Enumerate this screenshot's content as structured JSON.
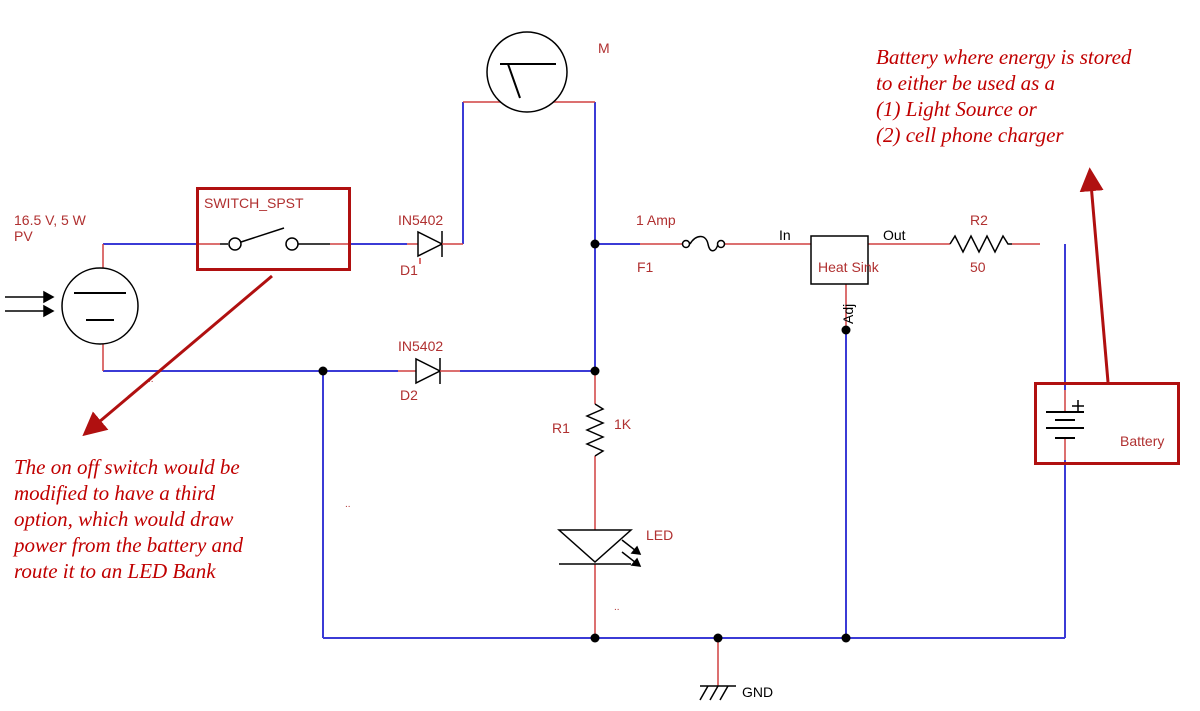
{
  "components": {
    "pv": {
      "rating": "16.5 V, 5 W",
      "name": "PV"
    },
    "switch": {
      "name": "SWITCH_SPST"
    },
    "d1": {
      "part": "IN5402",
      "ref": "D1"
    },
    "d2": {
      "part": "IN5402",
      "ref": "D2"
    },
    "meter": {
      "ref": "M"
    },
    "fuse": {
      "rating": "1 Amp",
      "ref": "F1"
    },
    "regulator": {
      "name": "Heat Sink",
      "in": "In",
      "out": "Out",
      "adj": "Adj"
    },
    "r2": {
      "ref": "R2",
      "value": "50"
    },
    "r1": {
      "ref": "R1",
      "value": "1K"
    },
    "led": {
      "name": "LED"
    },
    "battery": {
      "name": "Battery"
    },
    "gnd": {
      "name": "GND"
    },
    "dots": ".."
  },
  "annotations": {
    "battery_note": [
      "Battery where energy is stored",
      "to either be used as a",
      "(1) Light Source or",
      "(2) cell phone charger"
    ],
    "switch_note": [
      "The on off switch would be",
      "modified to have a third",
      "option, which would draw",
      "power from the battery and",
      "route it to an LED Bank"
    ]
  },
  "colors": {
    "wire": "#3b3bd6",
    "lead": "#d04040",
    "symbol": "#000000",
    "annotation": "#c00000"
  }
}
